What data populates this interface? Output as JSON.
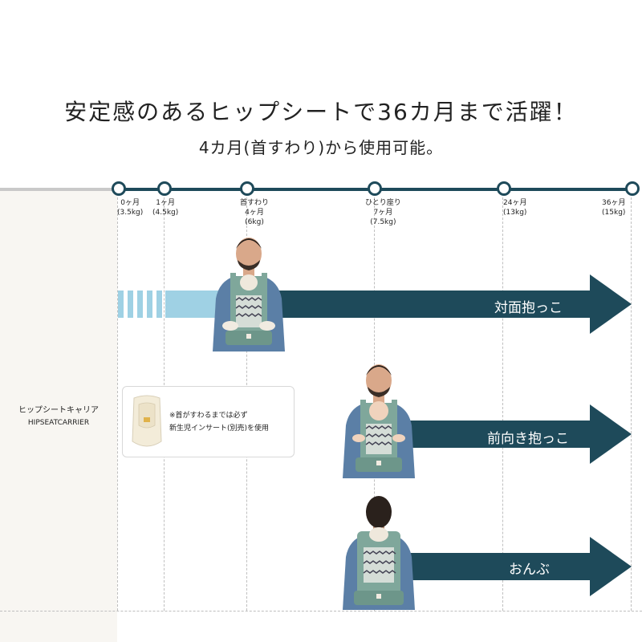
{
  "headline": {
    "title": "安定感のあるヒップシートで36カ月まで活躍！",
    "subtitle": "4カ月(首すわり)から使用可能。"
  },
  "side": {
    "label_ja": "ヒップシートキャリア",
    "label_en": "HIPSEATCARRIER"
  },
  "milestones": [
    {
      "lines": [
        "0ヶ月",
        "(3.5kg)"
      ]
    },
    {
      "lines": [
        "1ヶ月",
        "(4.5kg)"
      ]
    },
    {
      "lines": [
        "首すわり",
        "4ヶ月",
        "(6kg)"
      ]
    },
    {
      "lines": [
        "ひとり座り",
        "7ヶ月",
        "(7.5kg)"
      ]
    },
    {
      "lines": [
        "24ヶ月",
        "(13kg)"
      ]
    },
    {
      "lines": [
        "36ヶ月",
        "(15kg)"
      ]
    }
  ],
  "positions": [
    {
      "label": "対面抱っこ"
    },
    {
      "label": "前向き抱っこ"
    },
    {
      "label": "おんぶ"
    }
  ],
  "note": {
    "line1": "※首がすわるまでは必ず",
    "line2": "新生児インサート(別売)を使用"
  },
  "colors": {
    "primary": "#1e4a5a",
    "light_blue": "#9fd1e4",
    "carrier_green": "#7fa79b",
    "panel_bg": "#f8f6f2"
  },
  "icons": {
    "figure": "man-with-baby-carrier-photo",
    "insert": "newborn-insert-photo"
  }
}
